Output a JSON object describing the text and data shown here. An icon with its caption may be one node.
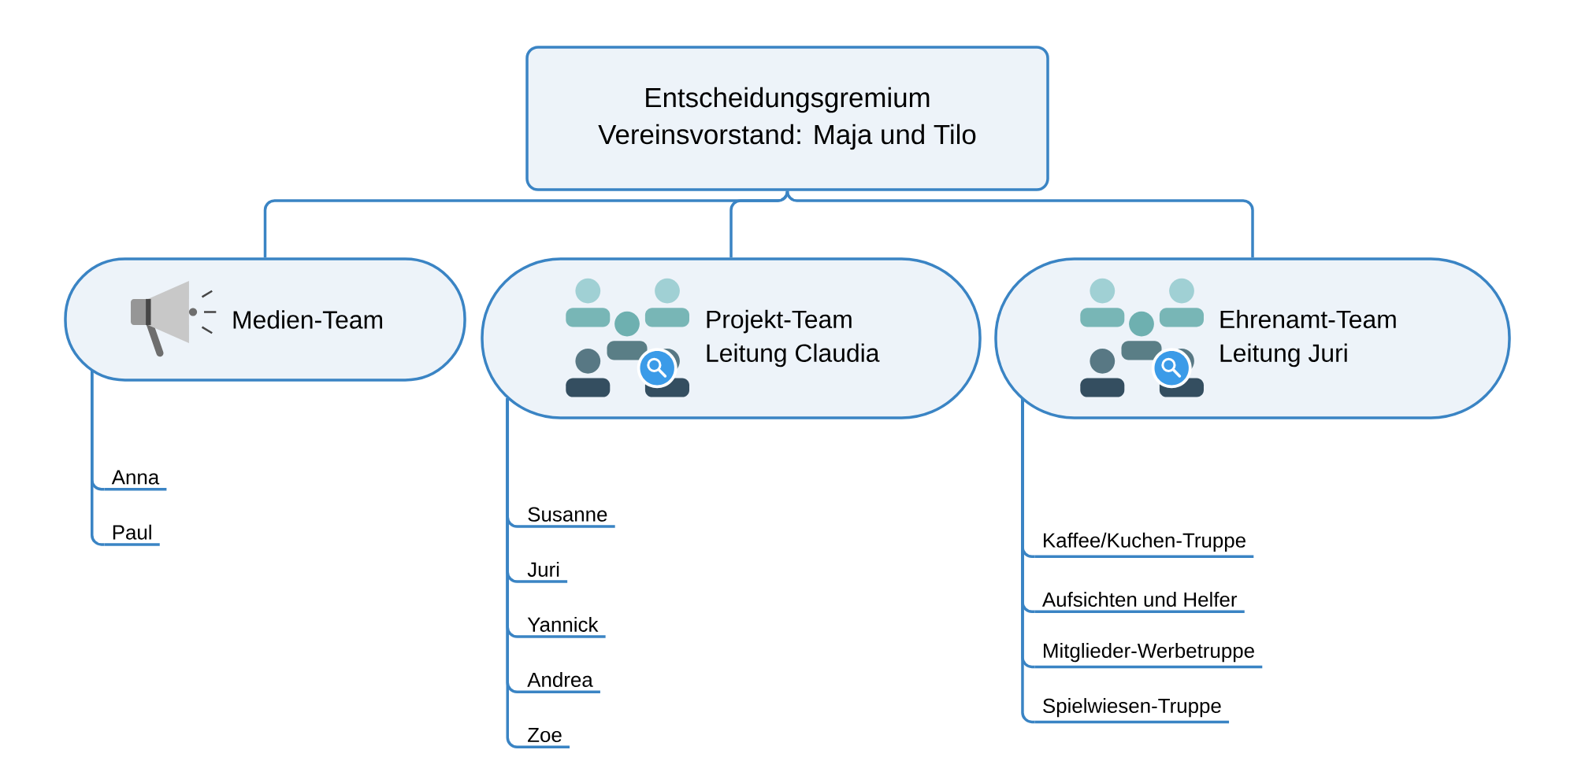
{
  "diagram": {
    "nodes": [
      {
        "text": [
          "Entscheidungsgremium Vereinsvorstand: Maja und Tilo"
        ]
      },
      {
        "text": [
          "Medien-Team"
        ]
      },
      {
        "text": [
          "Projekt-Team Leitung Claudia"
        ]
      },
      {
        "text": [
          "Ehrenamt-Team Leitung Juri"
        ]
      },
      {
        "text": [
          "Anna"
        ]
      },
      {
        "text": [
          "Paul"
        ]
      },
      {
        "text": [
          "Susanne"
        ]
      },
      {
        "text": [
          "Juri"
        ]
      },
      {
        "text": [
          "Yannick"
        ]
      },
      {
        "text": [
          "Andrea"
        ]
      },
      {
        "text": [
          "Zoe"
        ]
      },
      {
        "text": [
          "Kaffee/Kuchen-Truppe"
        ]
      },
      {
        "text": [
          "Aufsichten und Helfer"
        ]
      },
      {
        "text": [
          "Mitglieder-Werbetruppe"
        ]
      },
      {
        "text": [
          "Spielwiesen-Truppe"
        ]
      }
    ],
    "edges": [
      {
        "from": 0,
        "to": 1,
        "arrow": "none"
      },
      {
        "from": 0,
        "to": 2,
        "arrow": "none"
      },
      {
        "from": 0,
        "to": 3,
        "arrow": "none"
      },
      {
        "from": 1,
        "to": 4,
        "arrow": "none"
      },
      {
        "from": 1,
        "to": 5,
        "arrow": "none"
      },
      {
        "from": 2,
        "to": 6,
        "arrow": "none"
      },
      {
        "from": 2,
        "to": 7,
        "arrow": "none"
      },
      {
        "from": 2,
        "to": 8,
        "arrow": "none"
      },
      {
        "from": 2,
        "to": 9,
        "arrow": "none"
      },
      {
        "from": 2,
        "to": 10,
        "arrow": "none"
      },
      {
        "from": 3,
        "to": 11,
        "arrow": "none"
      },
      {
        "from": 3,
        "to": 12,
        "arrow": "none"
      },
      {
        "from": 3,
        "to": 13,
        "arrow": "none"
      },
      {
        "from": 3,
        "to": 14,
        "arrow": "none"
      }
    ]
  }
}
